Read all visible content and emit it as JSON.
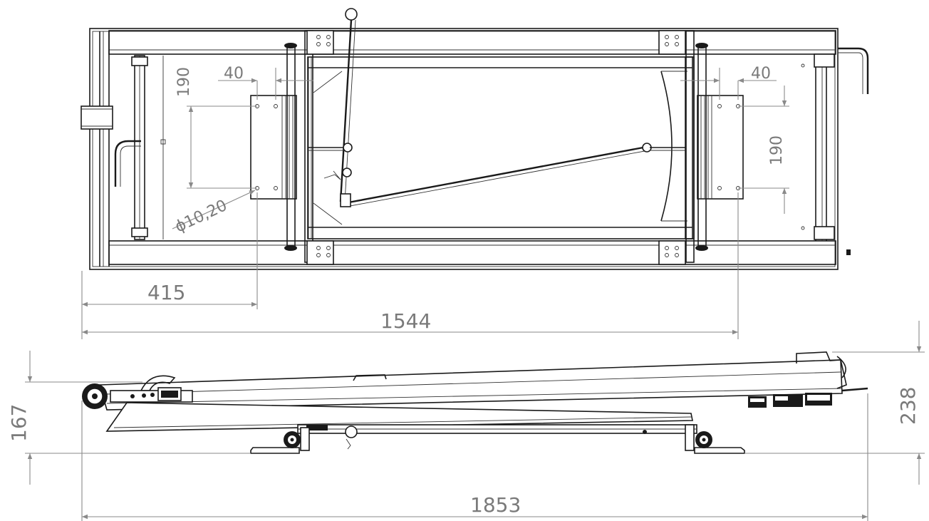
{
  "dimensions": {
    "top_hole_spacing_left": "40",
    "top_hole_offset_left": "190",
    "hole_diameter": "ϕ10,20",
    "top_hole_spacing_right": "40",
    "top_hole_offset_right": "190",
    "width_415": "415",
    "width_1544": "1544",
    "height_167": "167",
    "height_238": "238",
    "length_1853": "1853"
  },
  "colors": {
    "outline": "#1a1a1a",
    "dimension": "#8a8a8a"
  }
}
